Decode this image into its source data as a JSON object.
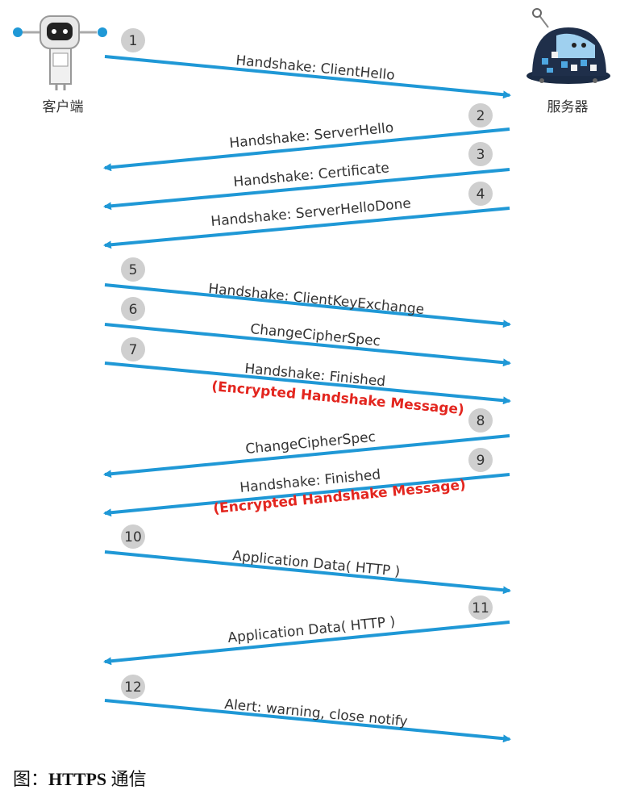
{
  "colors": {
    "arrow": "#1f98d6",
    "badge": "#cfcfcf",
    "text": "#333333",
    "encrypted": "#e3261f"
  },
  "parties": {
    "client_label": "客户端",
    "server_label": "服务器",
    "client_icon": "robot-icon",
    "server_icon": "server-icon"
  },
  "messages": [
    {
      "num": "1",
      "direction": "client-to-server",
      "text": "Handshake: ClientHello"
    },
    {
      "num": "2",
      "direction": "server-to-client",
      "text": "Handshake: ServerHello"
    },
    {
      "num": "3",
      "direction": "server-to-client",
      "text": "Handshake: Certificate"
    },
    {
      "num": "4",
      "direction": "server-to-client",
      "text": "Handshake: ServerHelloDone"
    },
    {
      "num": "5",
      "direction": "client-to-server",
      "text": "Handshake: ClientKeyExchange"
    },
    {
      "num": "6",
      "direction": "client-to-server",
      "text": "ChangeCipherSpec"
    },
    {
      "num": "7",
      "direction": "client-to-server",
      "text": "Handshake: Finished",
      "note": "(Encrypted Handshake Message)"
    },
    {
      "num": "8",
      "direction": "server-to-client",
      "text": "ChangeCipherSpec"
    },
    {
      "num": "9",
      "direction": "server-to-client",
      "text": "Handshake: Finished",
      "note": "(Encrypted Handshake Message)"
    },
    {
      "num": "10",
      "direction": "client-to-server",
      "text": "Application Data( HTTP )"
    },
    {
      "num": "11",
      "direction": "server-to-client",
      "text": "Application Data( HTTP )"
    },
    {
      "num": "12",
      "direction": "client-to-server",
      "text": "Alert: warning, close notify"
    }
  ],
  "caption": {
    "prefix": "图：",
    "strong": "HTTPS",
    "suffix": " 通信"
  }
}
